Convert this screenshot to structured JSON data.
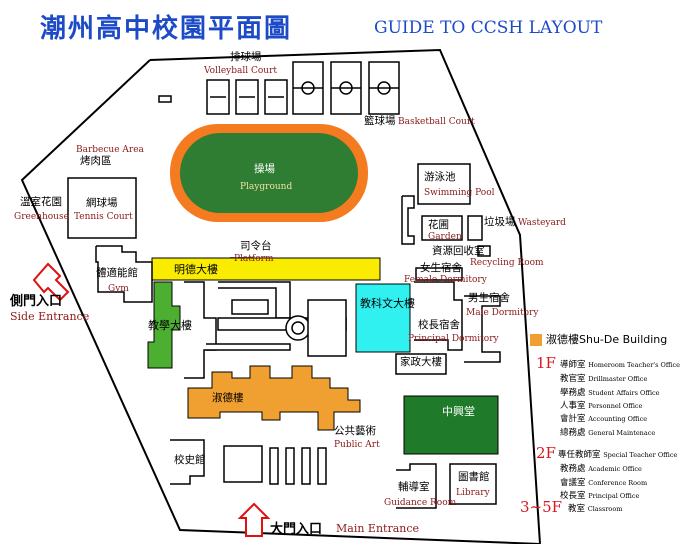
{
  "title_zh": "潮州高中校園平面圖",
  "title_en": "GUIDE TO CCSH LAYOUT",
  "colors": {
    "title": "#1d4bc8",
    "track": "#f47b20",
    "field": "#2e7d32",
    "mingde": "#f9ec00",
    "jiaoxue": "#4caf32",
    "jiaokewen": "#30f0f0",
    "shude": "#f0a030",
    "zhongxing": "#1f7a2a",
    "entrance_arrow": "#e01010",
    "floor_label": "#d71920"
  },
  "labels": {
    "volleyball_zh": "排球場",
    "volleyball_en": "Volleyball Court",
    "basketball_zh": "籃球場",
    "basketball_en": "Basketball Court",
    "bbq_en": "Barbecue Area",
    "bbq_zh": "烤肉區",
    "playground_zh": "操場",
    "playground_en": "Playground",
    "greenhouse_zh": "溫室花園",
    "greenhouse_en": "Greenhouse",
    "tennis_zh": "網球場",
    "tennis_en": "Tennis Court",
    "swimming_zh": "游泳池",
    "swimming_en": "Swimming Pool",
    "garden_zh": "花圃",
    "garden_en": "Garden",
    "wasteyard_zh": "垃圾場",
    "wasteyard_en": "Wasteyard",
    "recycling_zh": "資源回收室",
    "recycling_en": "Recycling Room",
    "female_dorm_zh": "女生宿舍",
    "female_dorm_en": "Female Dormitory",
    "male_dorm_zh": "男生宿舍",
    "male_dorm_en": "Male Dormitory",
    "platform_zh": "司令台",
    "platform_en": "Platform",
    "gym_zh": "體適能館",
    "gym_en": "Gym",
    "mingde_zh": "明德大樓",
    "jiaoxue_zh": "教學大樓",
    "jiaokewen_zh": "教科文大樓",
    "principal_zh": "校長宿舍",
    "principal_en": "Principal Dormitory",
    "jiazheng_zh": "家政大樓",
    "shude_zh": "淑德樓",
    "zhongxing_zh": "中興堂",
    "public_art_zh": "公共藝術",
    "public_art_en": "Public Art",
    "history_zh": "校史館",
    "guidance_zh": "輔導室",
    "guidance_en": "Guidance Room",
    "library_zh": "圖書館",
    "library_en": "Library",
    "side_entrance_zh": "側門入口",
    "side_entrance_en": "Side Entrance",
    "main_entrance_zh": "大門入口",
    "main_entrance_en": "Main Entrance"
  },
  "legend": {
    "title": "淑德樓Shu-De Building",
    "floors": [
      {
        "floor": "1F",
        "offices": [
          {
            "zh": "導師室",
            "en": "Homeroom Teacher's Office"
          },
          {
            "zh": "教官室",
            "en": "Drillmaster Office"
          },
          {
            "zh": "學務處",
            "en": "Student Affairs Office"
          },
          {
            "zh": "人事室",
            "en": "Personnel Office"
          },
          {
            "zh": "會計室",
            "en": "Accounting Office"
          },
          {
            "zh": "總務處",
            "en": "General Maintenace"
          }
        ]
      },
      {
        "floor": "2F",
        "offices": [
          {
            "zh": "專任教師室",
            "en": "Special Teacher Office"
          },
          {
            "zh": "教務處",
            "en": "Academic Office"
          },
          {
            "zh": "會議室",
            "en": "Conference Room"
          },
          {
            "zh": "校長室",
            "en": "Principal Office"
          }
        ]
      },
      {
        "floor": "3~5F",
        "offices": [
          {
            "zh": "教室",
            "en": "Classroom"
          }
        ]
      }
    ]
  }
}
